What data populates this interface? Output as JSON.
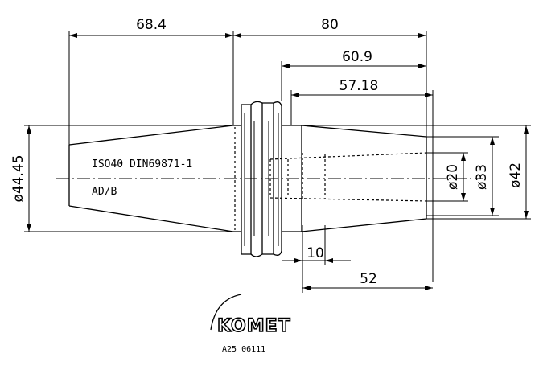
{
  "dimensions": {
    "taper_length": "68.4",
    "overall_length": "80",
    "length_60_9": "60.9",
    "length_57_18": "57.18",
    "bore_depth": "52",
    "length_10": "10",
    "taper_diameter": "ø44.45",
    "bore_diameter": "ø20",
    "collar_diameter": "ø33",
    "body_diameter": "ø42"
  },
  "labels": {
    "standard": "ISO40 DIN69871-1",
    "form": "AD/B"
  },
  "logo": {
    "brand": "KOMET",
    "code": "A25 06111"
  }
}
